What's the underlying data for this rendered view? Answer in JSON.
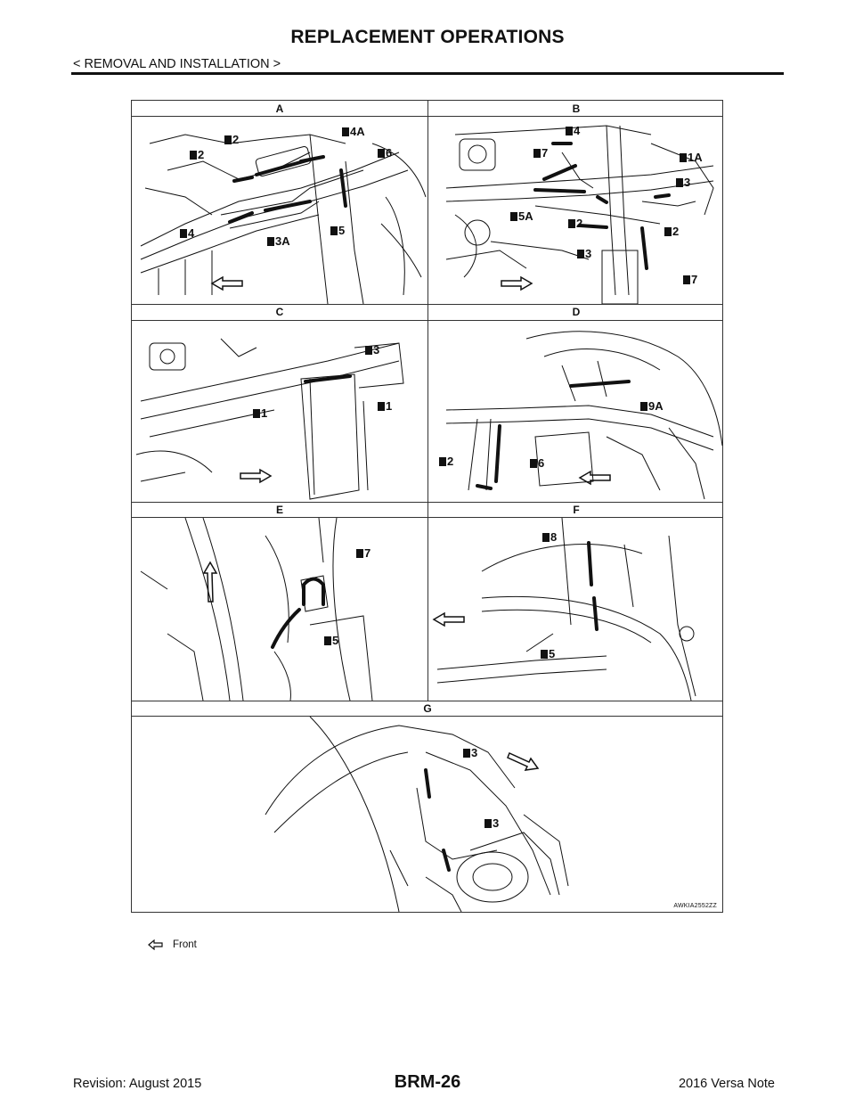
{
  "header": {
    "title": "REPLACEMENT OPERATIONS",
    "subtitle": "< REMOVAL AND INSTALLATION >"
  },
  "figure": {
    "code": "AWKIA2552ZZ",
    "panels": [
      {
        "id": "A",
        "label": "A",
        "callouts": [
          "2",
          "2",
          "4A",
          "6",
          "4",
          "3A",
          "5"
        ]
      },
      {
        "id": "B",
        "label": "B",
        "callouts": [
          "4",
          "7",
          "1A",
          "3",
          "5A",
          "2",
          "2",
          "3",
          "7"
        ]
      },
      {
        "id": "C",
        "label": "C",
        "callouts": [
          "3",
          "1",
          "1"
        ]
      },
      {
        "id": "D",
        "label": "D",
        "callouts": [
          "9A",
          "2",
          "6"
        ]
      },
      {
        "id": "E",
        "label": "E",
        "callouts": [
          "7",
          "5"
        ]
      },
      {
        "id": "F",
        "label": "F",
        "callouts": [
          "8",
          "5"
        ]
      },
      {
        "id": "G",
        "label": "G",
        "callouts": [
          "3",
          "3"
        ]
      }
    ]
  },
  "legend": {
    "front_label": "Front"
  },
  "footer": {
    "revision": "Revision: August 2015",
    "page": "BRM-26",
    "model": "2016 Versa Note"
  }
}
